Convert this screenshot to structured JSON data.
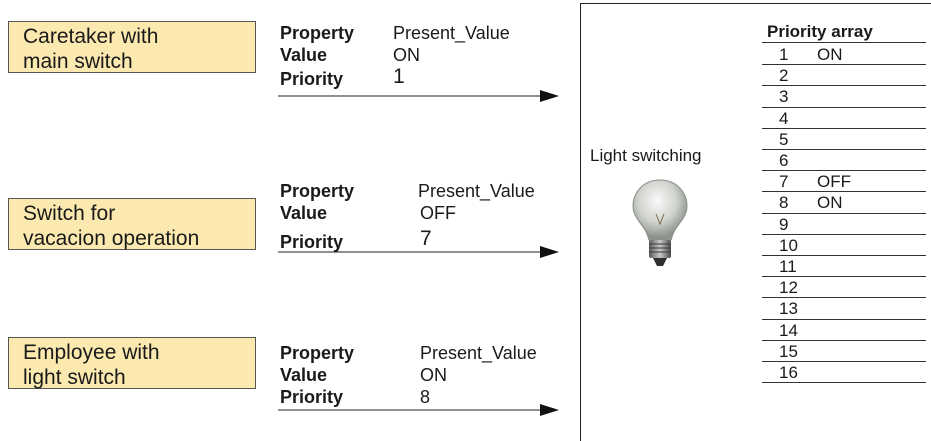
{
  "sources": [
    {
      "lines": [
        "Caretaker with",
        "main switch"
      ],
      "message": {
        "property_label": "Property",
        "property_value": "Present_Value",
        "value_label": "Value",
        "value": "ON",
        "priority_label": "Priority",
        "priority": "1"
      }
    },
    {
      "lines": [
        "Switch for",
        "vacacion operation"
      ],
      "message": {
        "property_label": "Property",
        "property_value": "Present_Value",
        "value_label": "Value",
        "value": "OFF",
        "priority_label": "Priority",
        "priority": "7"
      }
    },
    {
      "lines": [
        "Employee with",
        "light switch"
      ],
      "message": {
        "property_label": "Property",
        "property_value": "Present_Value",
        "value_label": "Value",
        "value": "ON",
        "priority_label": "Priority",
        "priority": "8"
      }
    }
  ],
  "device": {
    "label": "Light switching",
    "icon": "light-bulb-icon"
  },
  "priority_array": {
    "header": "Priority array",
    "rows": [
      {
        "num": "1",
        "value": "ON"
      },
      {
        "num": "2",
        "value": ""
      },
      {
        "num": "3",
        "value": ""
      },
      {
        "num": "4",
        "value": ""
      },
      {
        "num": "5",
        "value": ""
      },
      {
        "num": "6",
        "value": ""
      },
      {
        "num": "7",
        "value": "OFF"
      },
      {
        "num": "8",
        "value": "ON"
      },
      {
        "num": "9",
        "value": ""
      },
      {
        "num": "10",
        "value": ""
      },
      {
        "num": "11",
        "value": ""
      },
      {
        "num": "12",
        "value": ""
      },
      {
        "num": "13",
        "value": ""
      },
      {
        "num": "14",
        "value": ""
      },
      {
        "num": "15",
        "value": ""
      },
      {
        "num": "16",
        "value": ""
      }
    ]
  },
  "colors": {
    "box_fill": "#fbe9b0",
    "box_border": "#555555",
    "line": "#222222"
  }
}
